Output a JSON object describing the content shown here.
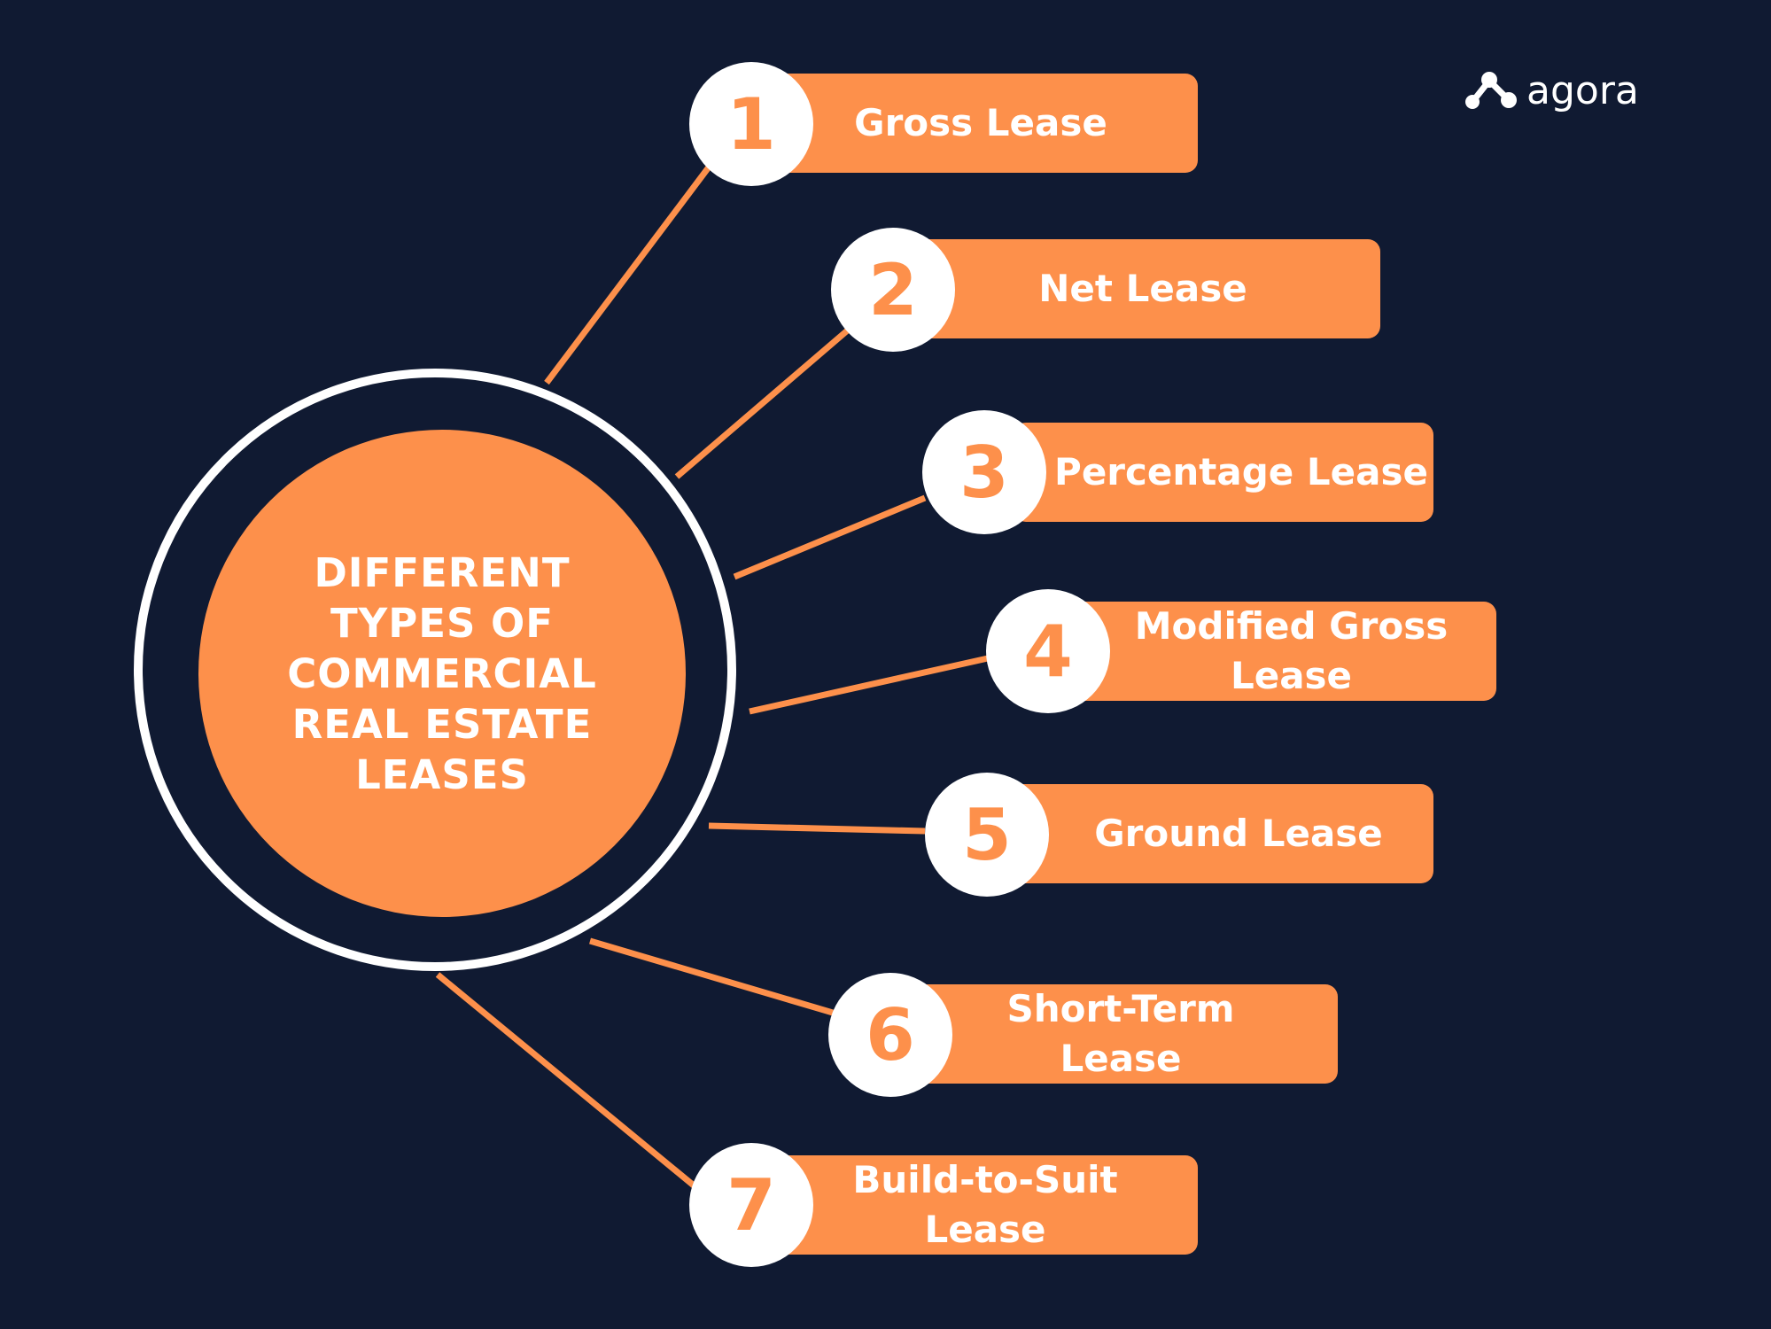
{
  "brand": {
    "name": "agora",
    "colors": {
      "background": "#101a32",
      "accent": "#fd904b",
      "text": "#ffffff"
    },
    "logo_icon": "agora-logo-icon"
  },
  "hub": {
    "title": "DIFFERENT TYPES OF COMMERCIAL REAL ESTATE LEASES"
  },
  "items": [
    {
      "number": "1",
      "label": "Gross Lease"
    },
    {
      "number": "2",
      "label": "Net Lease"
    },
    {
      "number": "3",
      "label": "Percentage Lease"
    },
    {
      "number": "4",
      "label": "Modified Gross Lease"
    },
    {
      "number": "5",
      "label": "Ground Lease"
    },
    {
      "number": "6",
      "label": "Short-Term Lease"
    },
    {
      "number": "7",
      "label": "Build-to-Suit Lease"
    }
  ]
}
